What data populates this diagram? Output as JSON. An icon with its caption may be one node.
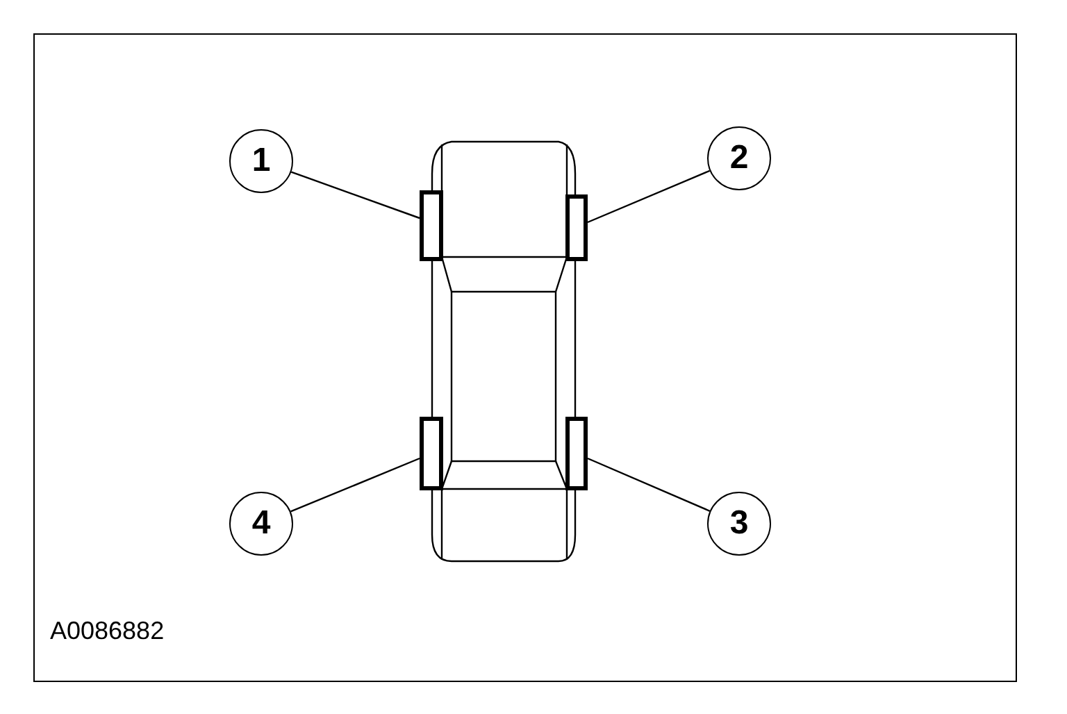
{
  "diagram": {
    "nodes": [
      {
        "text": [
          "1"
        ]
      },
      {
        "text": [
          "2"
        ]
      },
      {
        "text": [],
        "shape": "box"
      },
      {
        "text": [],
        "shape": "box"
      },
      {
        "text": [],
        "shape": "box"
      },
      {
        "text": [],
        "shape": "box"
      },
      {
        "text": [
          "4"
        ]
      },
      {
        "text": [
          "3"
        ]
      }
    ],
    "edges": [
      {
        "from": 0,
        "to": 2,
        "arrow": "none"
      },
      {
        "from": 1,
        "to": 3,
        "arrow": "none"
      },
      {
        "from": 6,
        "to": 4,
        "arrow": "none"
      },
      {
        "from": 7,
        "to": 5,
        "arrow": "none"
      }
    ],
    "labels": [
      "A0086882"
    ]
  }
}
